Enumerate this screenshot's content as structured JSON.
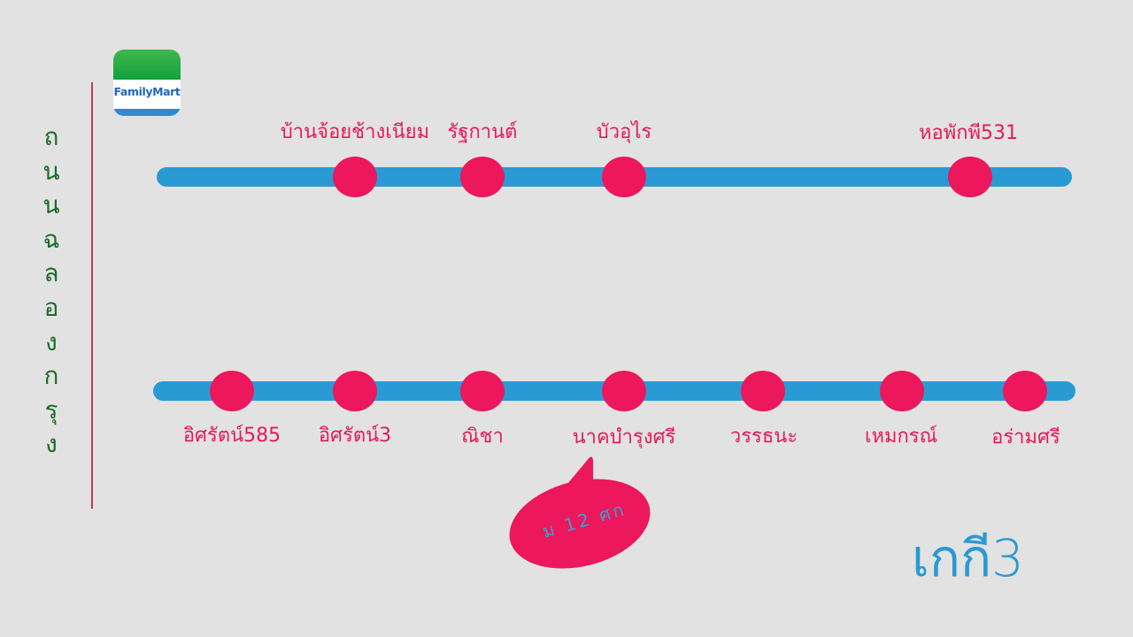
{
  "vertical_title": [
    "ถ",
    "น",
    "น",
    "ฉ",
    "ล",
    "อ",
    "ง",
    "ก",
    "รุ",
    "ง"
  ],
  "logo": {
    "text": "FamilyMart"
  },
  "upper_route": {
    "stops": [
      {
        "label": "บ้านจ้อยช้างเนียม"
      },
      {
        "label": "รัฐกานต์"
      },
      {
        "label": "บัวอุไร"
      },
      {
        "label": "หอพักพี531"
      }
    ]
  },
  "lower_route": {
    "stops": [
      {
        "label": "อิศรัตน์585"
      },
      {
        "label": "อิศรัตน์3"
      },
      {
        "label": "ณิชา"
      },
      {
        "label": "นาคบำรุงศรี"
      },
      {
        "label": "วรรธนะ"
      },
      {
        "label": "เหมกรณ์"
      },
      {
        "label": "อร่ามศรี"
      }
    ]
  },
  "callout": {
    "text": "ม 12 ศก"
  },
  "corner_label": "เกกี3",
  "colors": {
    "background": "#e2e2e2",
    "route_line": "#2a9ad4",
    "stop_marker": "#ec175c",
    "label_text": "#e41b58",
    "vertical_title": "#1e6b2b"
  }
}
